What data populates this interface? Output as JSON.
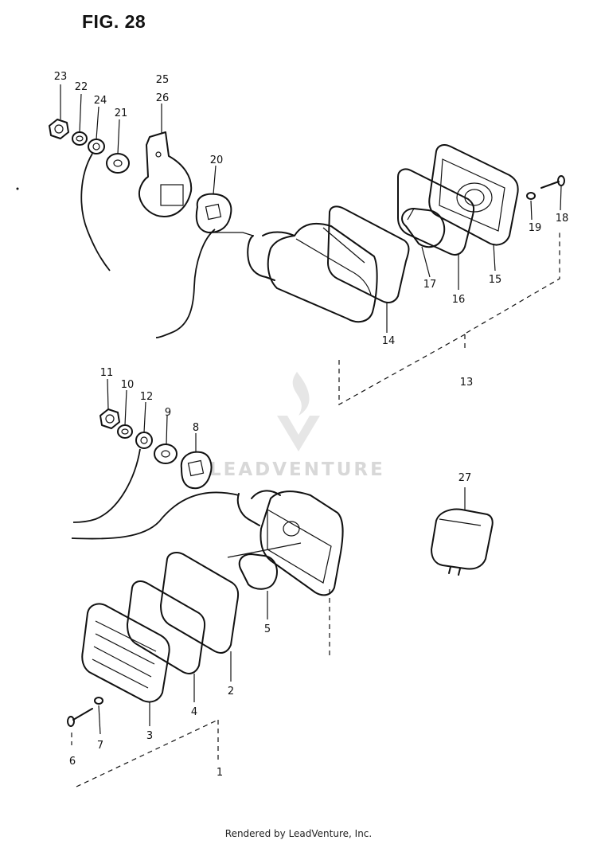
{
  "title": "FIG. 28",
  "footer": "Rendered by LeadVenture, Inc.",
  "watermark": "LEADVENTURE",
  "callouts": {
    "p1": "1",
    "p2": "2",
    "p3": "3",
    "p4": "4",
    "p5": "5",
    "p6": "6",
    "p7": "7",
    "p8": "8",
    "p9": "9",
    "p10": "10",
    "p11": "11",
    "p12": "12",
    "p13": "13",
    "p14": "14",
    "p15": "15",
    "p16": "16",
    "p17": "17",
    "p18": "18",
    "p19": "19",
    "p20": "20",
    "p21": "21",
    "p22": "22",
    "p23": "23",
    "p24": "24",
    "p25": "25",
    "p26": "26",
    "p27": "27"
  }
}
